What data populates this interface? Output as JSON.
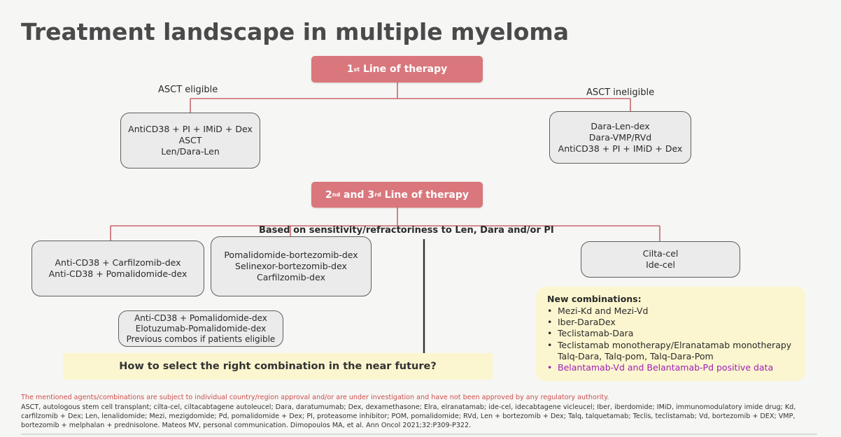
{
  "title": "Treatment landscape in multiple myeloma",
  "first_line": {
    "label_main": "Line of therapy",
    "ordinal": "1",
    "ordinal_suffix": "st"
  },
  "asct_eligible": {
    "label": "ASCT eligible",
    "items": [
      "AntiCD38 + PI + IMiD + Dex",
      "ASCT",
      "Len/Dara-Len"
    ]
  },
  "asct_ineligible": {
    "label": "ASCT ineligible",
    "items": [
      "Dara-Len-dex",
      "Dara-VMP/RVd",
      "AntiCD38 + PI + IMiD + Dex"
    ]
  },
  "second_line": {
    "n1": "2",
    "s1": "nd",
    "mid": " and ",
    "n2": "3",
    "s2": "rd",
    "label_main": " Line of therapy"
  },
  "sensitivity_label": "Based on sensitivity/refractoriness to Len, Dara and/or PI",
  "box_left": [
    "Anti-CD38 + Carfilzomib-dex",
    "Anti-CD38 + Pomalidomide-dex"
  ],
  "box_mid": [
    "Pomalidomide-bortezomib-dex",
    "Selinexor-bortezomib-dex",
    "Carfilzomib-dex"
  ],
  "box_right": [
    "Cilta-cel",
    "Ide-cel"
  ],
  "box_lower": [
    "Anti-CD38 + Pomalidomide-dex",
    "Elotuzumab-Pomalidomide-dex",
    "Previous combos if patients eligible"
  ],
  "question": "How to select the right combination in the near future?",
  "new_combinations": {
    "title": "New combinations:",
    "bullet": "•",
    "items": [
      "Mezi-Kd and Mezi-Vd",
      "Iber-DaraDex",
      "Teclistamab-Dara",
      "Teclistamab monotherapy/Elranatamab monotherapy"
    ],
    "continuation": "Talq-Dara, Talq-pom, Talq-Dara-Pom",
    "highlight": "Belantamab-Vd and Belantamab-Pd positive data"
  },
  "disclaimer": "The mentioned agents/combinations are subject to individual country/region approval and/or are under investigation and have not been approved by any regulatory authority.",
  "abbreviations": "ASCT, autologous stem cell transplant; cilta-cel, ciltacabtagene autoleucel; Dara, daratumumab; Dex, dexamethasone; Elra, elranatamab; ide-cel, idecabtagene vicleucel; Iber, iberdomide; IMiD, immunomodulatory imide drug; Kd, carfilzomib + Dex; Len, lenalidomide; Mezi, mezigdomide; Pd, pomalidomide + Dex; PI, proteasome inhibitor; POM, pomalidomide; RVd, Len + bortezomib + Dex; Talq, talquetamab; Teclis, teclistamab; Vd, bortezomib + DEX; VMP, bortezomib + melphalan + prednisolone. Mateos MV, personal communication. Dimopoulos MA, et al. Ann Oncol 2021;32:P309-P322.",
  "colors": {
    "pill": "#d9777c",
    "line": "#c9676c",
    "yellow": "#fbf6cf",
    "highlight": "#a020b8",
    "disclaimer": "#c9504f"
  }
}
